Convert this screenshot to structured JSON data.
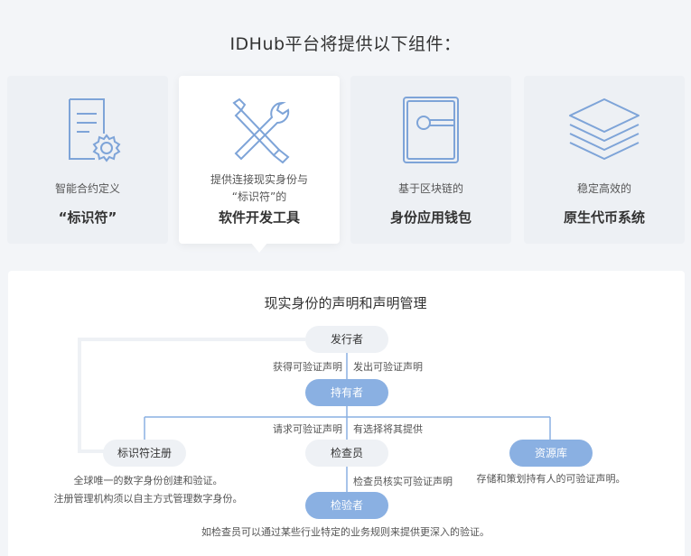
{
  "header": {
    "title": "IDHub平台将提供以下组件："
  },
  "cards": [
    {
      "icon": "document-gear-icon",
      "sub1": "智能合约定义",
      "sub2": "",
      "main": "“标识符”"
    },
    {
      "icon": "tools-icon",
      "sub1": "提供连接现实身份与",
      "sub2": "“标识符”的",
      "main": "软件开发工具"
    },
    {
      "icon": "wallet-icon",
      "sub1": "基于区块链的",
      "sub2": "",
      "main": "身份应用钱包"
    },
    {
      "icon": "layers-icon",
      "sub1": "稳定高效的",
      "sub2": "",
      "main": "原生代币系统"
    }
  ],
  "diagram": {
    "title": "现实身份的声明和声明管理",
    "nodes": {
      "issuer": "发行者",
      "holder": "持有者",
      "registry": "标识符注册",
      "inspector": "检查员",
      "repository": "资源库",
      "verifier": "检验者"
    },
    "labels": {
      "obtain": "获得可验证声明",
      "issue": "发出可验证声明",
      "request": "请求可验证声明",
      "choose": "有选择将其提供",
      "verify": "检查员核实可验证声明"
    },
    "descriptions": {
      "registry_1": "全球唯一的数字身份创建和验证。",
      "registry_2": "注册管理机构须以自主方式管理数字身份。",
      "repository": "存储和策划持有人的可验证声明。",
      "verifier": "如检查员可以通过某些行业特定的业务规则来提供更深入的验证。"
    }
  },
  "colors": {
    "accent": "#8ab0e2",
    "icon": "#7ea4d8",
    "line": "#8ab0e2",
    "grey_line": "#eef1f5"
  }
}
